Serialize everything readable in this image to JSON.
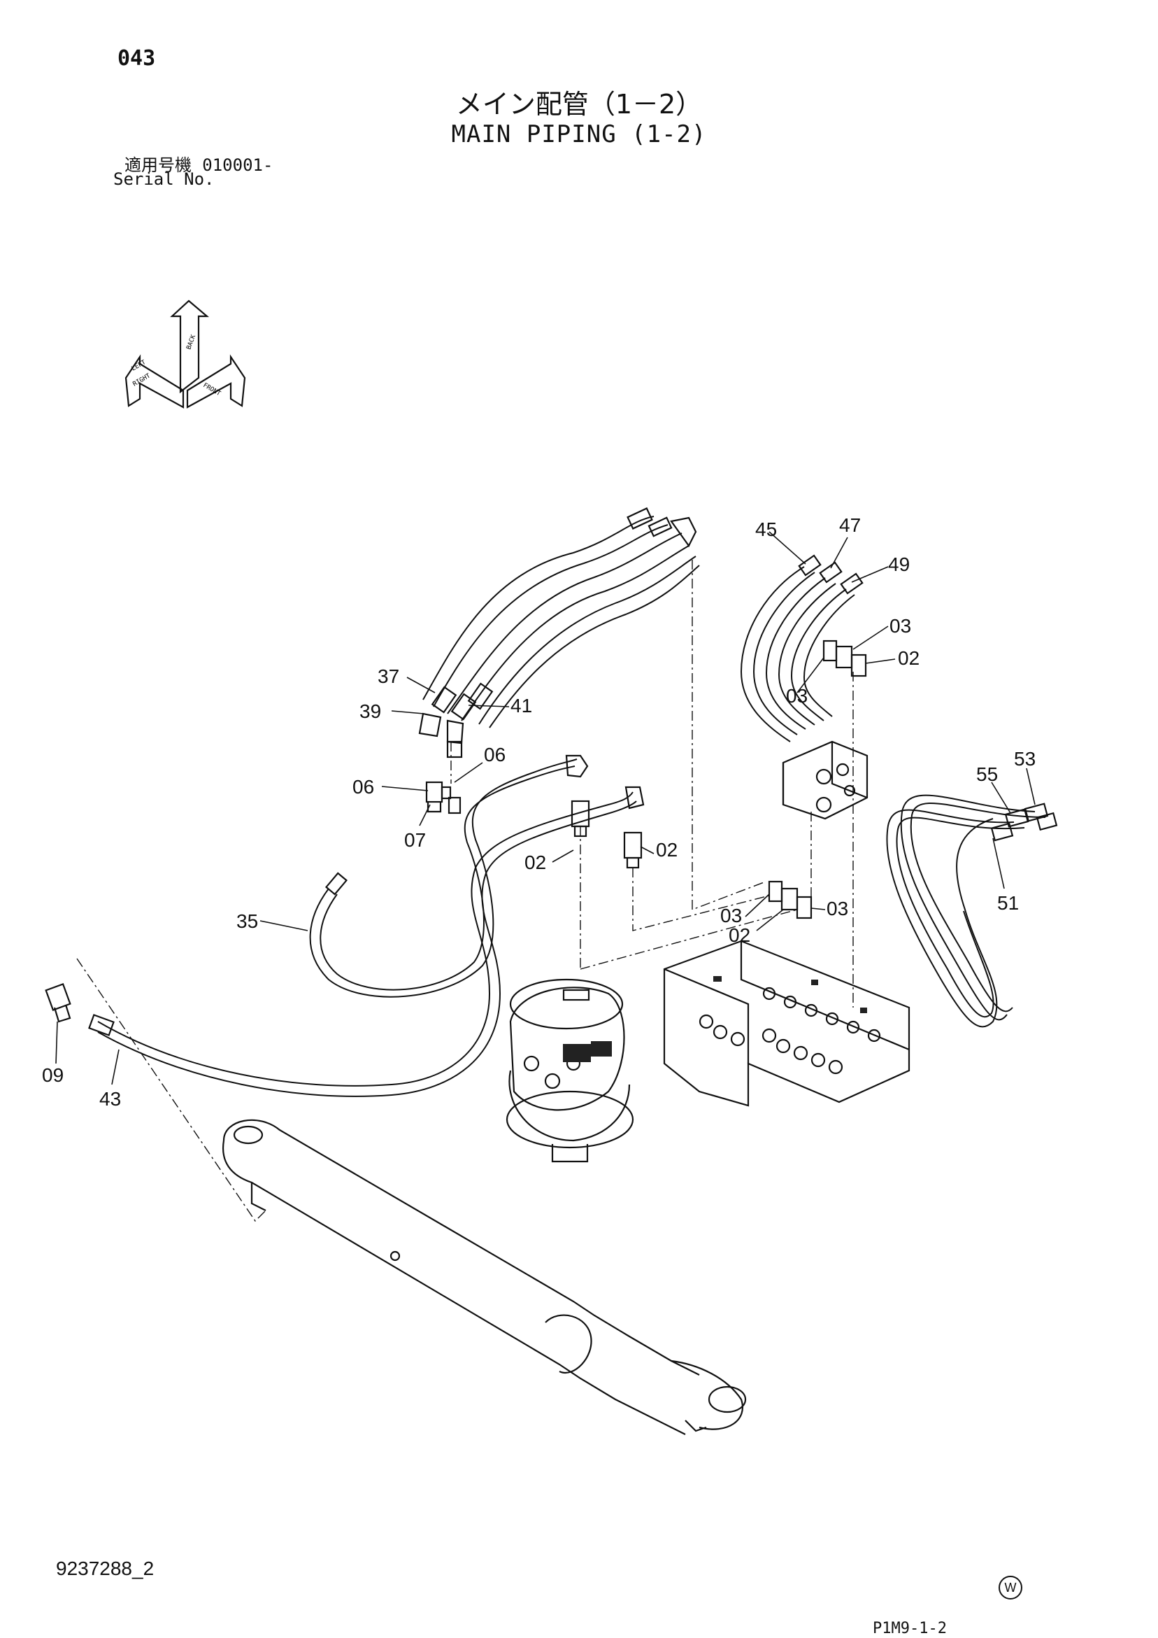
{
  "header": {
    "page_number": "043",
    "title_jp": "メイン配管（1－2）",
    "title_en": "MAIN PIPING (1-2)",
    "serial_label_jp": "適用号機",
    "serial_value": "010001-",
    "serial_label_en": "Serial No."
  },
  "orientation_arrows": {
    "labels": [
      "LEFT",
      "RIGHT",
      "BACK",
      "FRONT"
    ]
  },
  "callouts": [
    {
      "id": "c-37",
      "text": "37"
    },
    {
      "id": "c-39",
      "text": "39"
    },
    {
      "id": "c-41",
      "text": "41"
    },
    {
      "id": "c-06a",
      "text": "06"
    },
    {
      "id": "c-06b",
      "text": "06"
    },
    {
      "id": "c-07",
      "text": "07"
    },
    {
      "id": "c-45",
      "text": "45"
    },
    {
      "id": "c-47",
      "text": "47"
    },
    {
      "id": "c-49",
      "text": "49"
    },
    {
      "id": "c-03a",
      "text": "03"
    },
    {
      "id": "c-02a",
      "text": "02"
    },
    {
      "id": "c-03b",
      "text": "03"
    },
    {
      "id": "c-53",
      "text": "53"
    },
    {
      "id": "c-55",
      "text": "55"
    },
    {
      "id": "c-51",
      "text": "51"
    },
    {
      "id": "c-02b",
      "text": "02"
    },
    {
      "id": "c-02c",
      "text": "02"
    },
    {
      "id": "c-03c",
      "text": "03"
    },
    {
      "id": "c-02d",
      "text": "02"
    },
    {
      "id": "c-03d",
      "text": "03"
    },
    {
      "id": "c-35",
      "text": "35"
    },
    {
      "id": "c-09",
      "text": "09"
    },
    {
      "id": "c-43",
      "text": "43"
    }
  ],
  "footer": {
    "document_id": "9237288_2",
    "mark": "W",
    "page_code": "P1M9-1-2"
  }
}
